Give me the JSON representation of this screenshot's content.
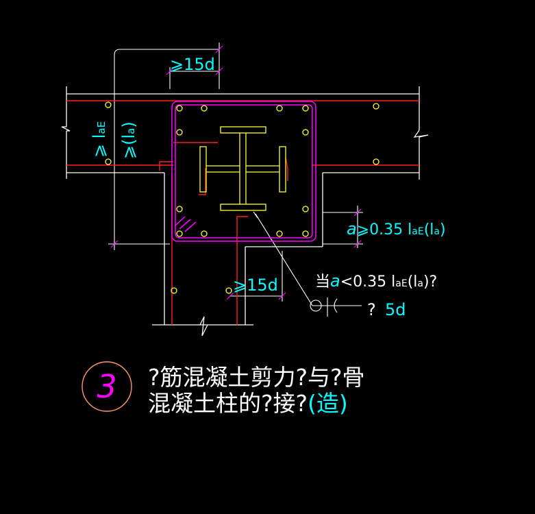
{
  "dimensions": {
    "top_anchor": "⩾15d",
    "left_laE": "⩾ l",
    "left_laE_sub": "aE",
    "left_la": "⩾(l",
    "left_la_sub": "a",
    "left_la_close": ")",
    "right_a": "a",
    "right_rule": "⩾0.35 l",
    "right_rule_sub": "aE",
    "right_rule_la": "(l",
    "right_rule_la_sub": "a",
    "right_rule_close": ")",
    "bottom_anchor": "⩾15d"
  },
  "note": {
    "prefix": "当",
    "condition_a": "a",
    "condition_rule": "<0.35 l",
    "condition_sub": "aE",
    "condition_la": "(l",
    "condition_la_sub": "a",
    "condition_close": ")?",
    "weld_q": "?",
    "weld_len": "5d"
  },
  "title": {
    "number": "3",
    "line1": "?筋混凝土剪力?与?骨",
    "line2_main": "混凝土柱的?接?",
    "line2_tail": "(造)"
  },
  "colors": {
    "white": "#ffffff",
    "cyan": "#00ffff",
    "red": "#ff0000",
    "magenta": "#ff00ff",
    "yellow": "#ffff00",
    "title_circle": "#ff9966"
  }
}
